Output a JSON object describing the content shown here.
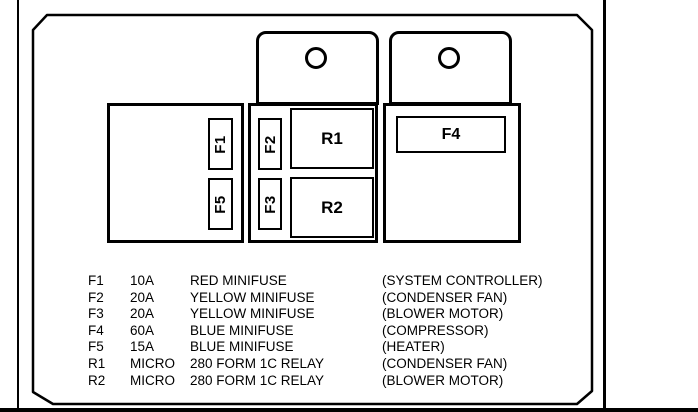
{
  "colors": {
    "line": "#000000",
    "background": "#ffffff"
  },
  "block": {
    "fuse_labels": {
      "f1": "F1",
      "f2": "F2",
      "f3": "F3",
      "f4": "F4",
      "f5": "F5"
    },
    "relay_labels": {
      "r1": "R1",
      "r2": "R2"
    }
  },
  "legend": {
    "rows": [
      {
        "id": "F1",
        "rating": "10A",
        "type": "RED MINIFUSE",
        "circuit": "(SYSTEM CONTROLLER)"
      },
      {
        "id": "F2",
        "rating": "20A",
        "type": "YELLOW MINIFUSE",
        "circuit": "(CONDENSER FAN)"
      },
      {
        "id": "F3",
        "rating": "20A",
        "type": "YELLOW MINIFUSE",
        "circuit": "(BLOWER MOTOR)"
      },
      {
        "id": "F4",
        "rating": "60A",
        "type": "BLUE MINIFUSE",
        "circuit": "(COMPRESSOR)"
      },
      {
        "id": "F5",
        "rating": "15A",
        "type": "BLUE MINIFUSE",
        "circuit": "(HEATER)"
      },
      {
        "id": "R1",
        "rating": "MICRO",
        "type": "280 FORM 1C RELAY",
        "circuit": "(CONDENSER FAN)"
      },
      {
        "id": "R2",
        "rating": "MICRO",
        "type": "280 FORM 1C RELAY",
        "circuit": "(BLOWER MOTOR)"
      }
    ]
  }
}
